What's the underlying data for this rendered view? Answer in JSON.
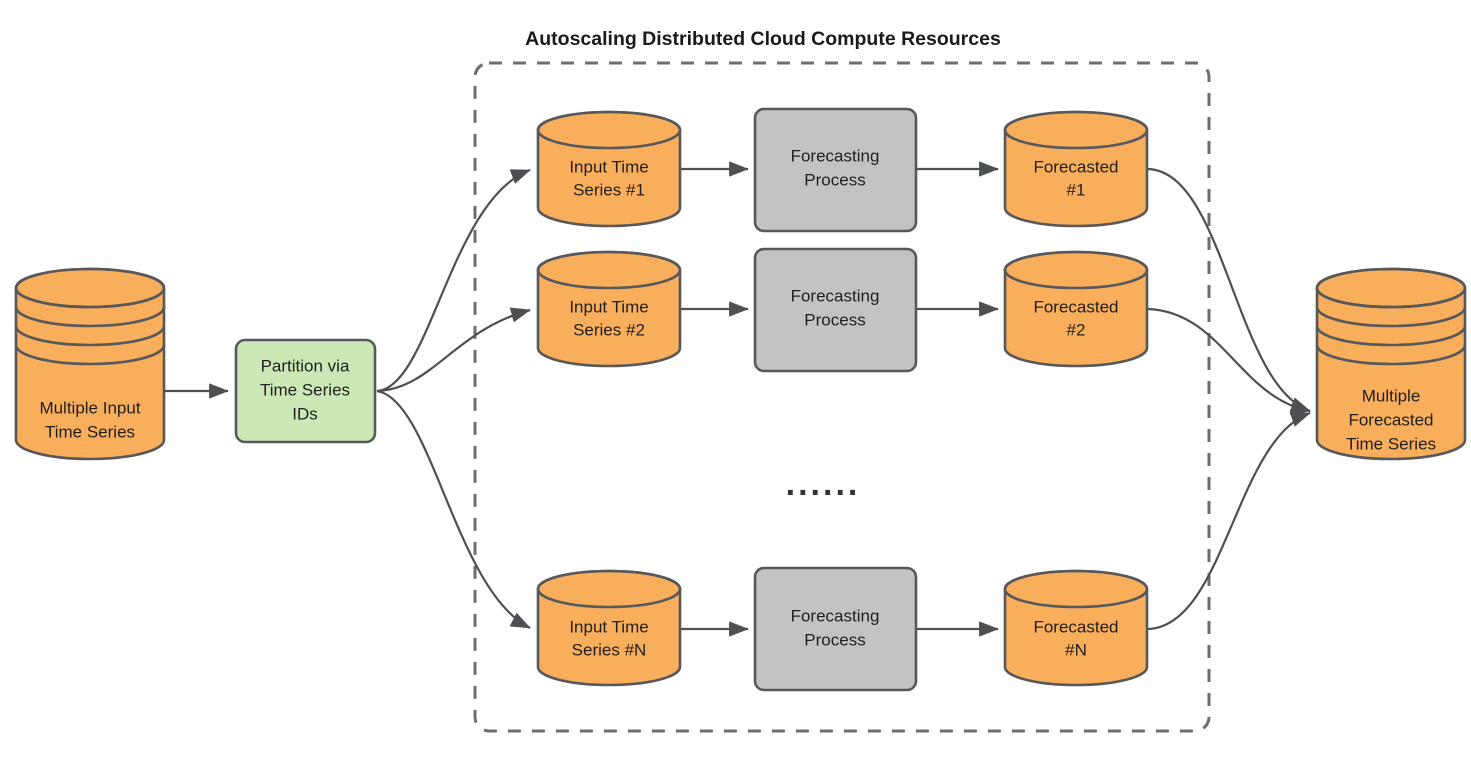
{
  "title": "Autoscaling Distributed Cloud Compute Resources",
  "colors": {
    "cylinder_fill": "#f9ae5c",
    "partition_fill": "#cce8b5",
    "process_fill": "#c3c3c3",
    "stroke": "#56585b",
    "edge": "#4d4f52",
    "group_border": "#6d6d6d",
    "text": "#1f1f1f",
    "background": "#ffffff"
  },
  "source": {
    "name": "multiple-input-time-series",
    "lines": [
      "Multiple Input",
      "Time Series"
    ],
    "type": "multi-disk-cylinder",
    "disks": 5
  },
  "partition": {
    "name": "partition-via-time-series-ids",
    "lines": [
      "Partition via",
      "Time Series",
      "IDs"
    ],
    "type": "rounded-box"
  },
  "group": {
    "label": "Autoscaling Distributed Cloud Compute Resources",
    "style": "dashed-rounded-rect"
  },
  "rows": [
    {
      "id": "row-1",
      "input": {
        "lines": [
          "Input Time",
          "Series #1"
        ]
      },
      "process": {
        "lines": [
          "Forecasting",
          "Process"
        ]
      },
      "output": {
        "lines": [
          "Forecasted",
          "#1"
        ]
      }
    },
    {
      "id": "row-2",
      "input": {
        "lines": [
          "Input Time",
          "Series #2"
        ]
      },
      "process": {
        "lines": [
          "Forecasting",
          "Process"
        ]
      },
      "output": {
        "lines": [
          "Forecasted",
          "#2"
        ]
      }
    },
    {
      "id": "row-n",
      "input": {
        "lines": [
          "Input Time",
          "Series #N"
        ]
      },
      "process": {
        "lines": [
          "Forecasting",
          "Process"
        ]
      },
      "output": {
        "lines": [
          "Forecasted",
          "#N"
        ]
      }
    }
  ],
  "ellipsis": "......",
  "sink": {
    "name": "multiple-forecasted-time-series",
    "lines": [
      "Multiple",
      "Forecasted",
      "Time Series"
    ],
    "type": "multi-disk-cylinder",
    "disks": 5
  }
}
